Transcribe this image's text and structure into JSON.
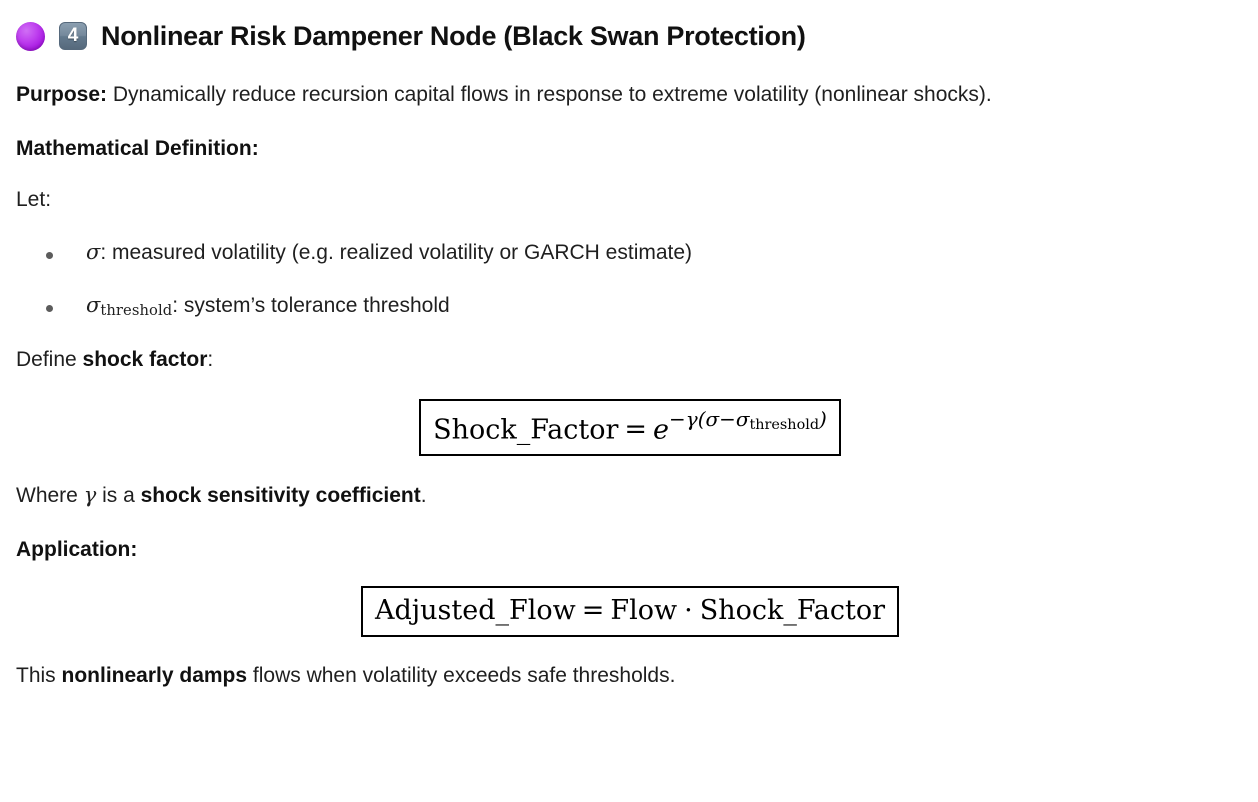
{
  "header": {
    "circle_icon": "purple-circle-emoji",
    "keycap_icon": "keycap-digit-four-emoji",
    "keycap_digit": "4",
    "title": "Nonlinear Risk Dampener Node (Black Swan Protection)",
    "circle_color": "#bf41ef",
    "keycap_color": "#75899c"
  },
  "purpose": {
    "label": "Purpose:",
    "text": " Dynamically reduce recursion capital flows in response to extreme volatility (nonlinear shocks)."
  },
  "math_definition": {
    "heading": "Mathematical Definition:",
    "let_label": "Let:",
    "items": [
      {
        "symbol": "σ",
        "subscript": "",
        "description": ": measured volatility (e.g. realized volatility or GARCH estimate)"
      },
      {
        "symbol": "σ",
        "subscript": "threshold",
        "description": ": system’s tolerance threshold"
      }
    ]
  },
  "shock_factor": {
    "lead_prefix": "Define ",
    "lead_bold": "shock factor",
    "lead_suffix": ":",
    "formula": {
      "lhs": "Shock_Factor",
      "equals": "=",
      "base": "e",
      "exponent_sign": "−",
      "exponent_gamma": "γ",
      "exponent_open": "(",
      "exponent_sigma": "σ",
      "exponent_minus": "−",
      "exponent_sigma2": "σ",
      "exponent_sub": "threshold",
      "exponent_close": ")",
      "plain": "Shock_Factor = e^{-γ(σ − σ_threshold)}"
    },
    "where_prefix": "Where ",
    "where_symbol": "γ",
    "where_mid": " is a ",
    "where_bold": "shock sensitivity coefficient",
    "where_suffix": "."
  },
  "application": {
    "heading": "Application:",
    "formula": {
      "lhs": "Adjusted_Flow",
      "equals": "=",
      "rhs_first": "Flow",
      "operator": "·",
      "rhs_second": "Shock_Factor",
      "plain": "Adjusted_Flow = Flow · Shock_Factor"
    }
  },
  "conclusion": {
    "prefix": "This ",
    "bold": "nonlinearly damps",
    "suffix": " flows when volatility exceeds safe thresholds."
  }
}
